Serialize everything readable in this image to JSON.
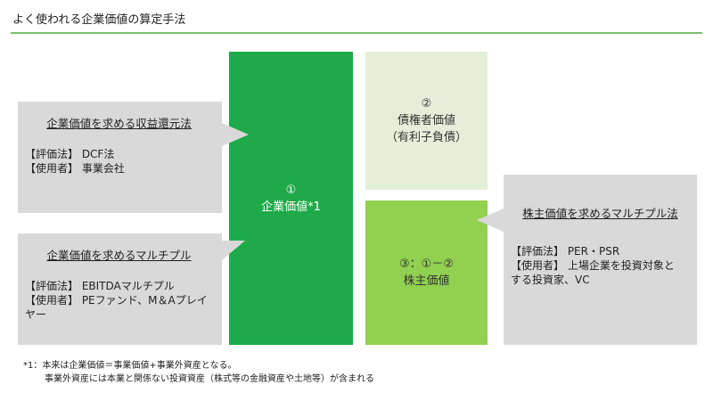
{
  "title": "よく使われる企業価値の算定手法",
  "colors": {
    "accent_green": "#1faa4a",
    "pale_green": "#e3efd9",
    "lime_green": "#92d050",
    "callout_gray": "#d9d9d9",
    "rule": "#7bbf6a"
  },
  "blocks": {
    "enterprise": {
      "num": "①",
      "label": "企業価値*1"
    },
    "debt": {
      "num": "②",
      "label": "債権者価値",
      "sub": "（有利子負債）"
    },
    "equity": {
      "num": "③：①－②",
      "label": "株主価値"
    }
  },
  "callouts": {
    "income": {
      "heading": "企業価値を求める収益還元法",
      "line1": "【評価法】 DCF法",
      "line2": "【使用者】 事業会社"
    },
    "multiple": {
      "heading": "企業価値を求めるマルチプル",
      "line1": "【評価法】 EBITDAマルチプル",
      "line2": "【使用者】 PEファンド、M＆Aプレイ",
      "line3": "ヤー"
    },
    "equity_multiple": {
      "heading": "株主価値を求めるマルチプル法",
      "line1": "【評価法】 PER・PSR",
      "line2": "【使用者】 上場企業を投資対象と",
      "line3": "する投資家、VC"
    }
  },
  "footnote": {
    "line1": "*1：本来は企業価値＝事業価値+事業外資産となる。",
    "line2": "事業外資産には本業と関係ない投資資産（株式等の金融資産や土地等）が含まれる"
  }
}
